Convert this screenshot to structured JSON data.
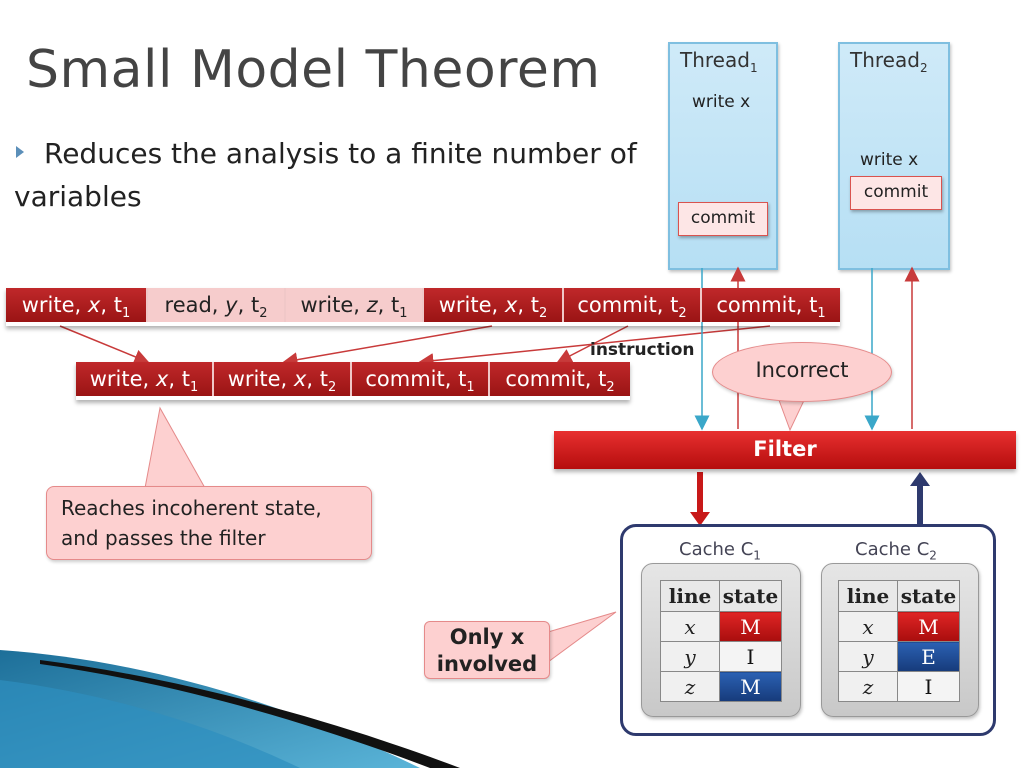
{
  "slide": {
    "title": "Small Model Theorem",
    "bullet": "Reduces the analysis to a finite number of variables"
  },
  "threads": [
    {
      "name": "Thread",
      "sub": "1",
      "op": "write x",
      "commit": "commit"
    },
    {
      "name": "Thread",
      "sub": "2",
      "op": "write x",
      "commit": "commit"
    }
  ],
  "instruction_row": [
    {
      "op": "write,",
      "var": "x",
      "thread": "t",
      "sub": "1"
    },
    {
      "op": "read,",
      "var": "y",
      "thread": "t",
      "sub": "2"
    },
    {
      "op": "write,",
      "var": "z",
      "thread": "t",
      "sub": "1"
    },
    {
      "op": "write,",
      "var": "x",
      "thread": "t",
      "sub": "2"
    },
    {
      "op": "commit,",
      "var": "",
      "thread": "t",
      "sub": "2"
    },
    {
      "op": "commit,",
      "var": "",
      "thread": "t",
      "sub": "1"
    }
  ],
  "reduced_row": [
    {
      "op": "write,",
      "var": "x",
      "thread": "t",
      "sub": "1"
    },
    {
      "op": "write,",
      "var": "x",
      "thread": "t",
      "sub": "2"
    },
    {
      "op": "commit,",
      "var": "",
      "thread": "t",
      "sub": "1"
    },
    {
      "op": "commit,",
      "var": "",
      "thread": "t",
      "sub": "2"
    }
  ],
  "labels": {
    "instruction": "instruction",
    "incorrect": "Incorrect",
    "filter": "Filter",
    "reaches": "Reaches incoherent state, and passes the filter",
    "only_x": "Only x involved"
  },
  "caches": [
    {
      "label": "Cache C",
      "sub": "1",
      "header": [
        "line",
        "state"
      ],
      "rows": [
        [
          "x",
          "M"
        ],
        [
          "y",
          "I"
        ],
        [
          "z",
          "M"
        ]
      ]
    },
    {
      "label": "Cache C",
      "sub": "2",
      "header": [
        "line",
        "state"
      ],
      "rows": [
        [
          "x",
          "M"
        ],
        [
          "y",
          "E"
        ],
        [
          "z",
          "I"
        ]
      ]
    }
  ],
  "colors": {
    "red": "#b51a1a",
    "light_red": "#f6cccc",
    "thread_blue": "#bfe3f6",
    "navy": "#2e3a6e",
    "cyan_arrow": "#3aa7c9"
  }
}
